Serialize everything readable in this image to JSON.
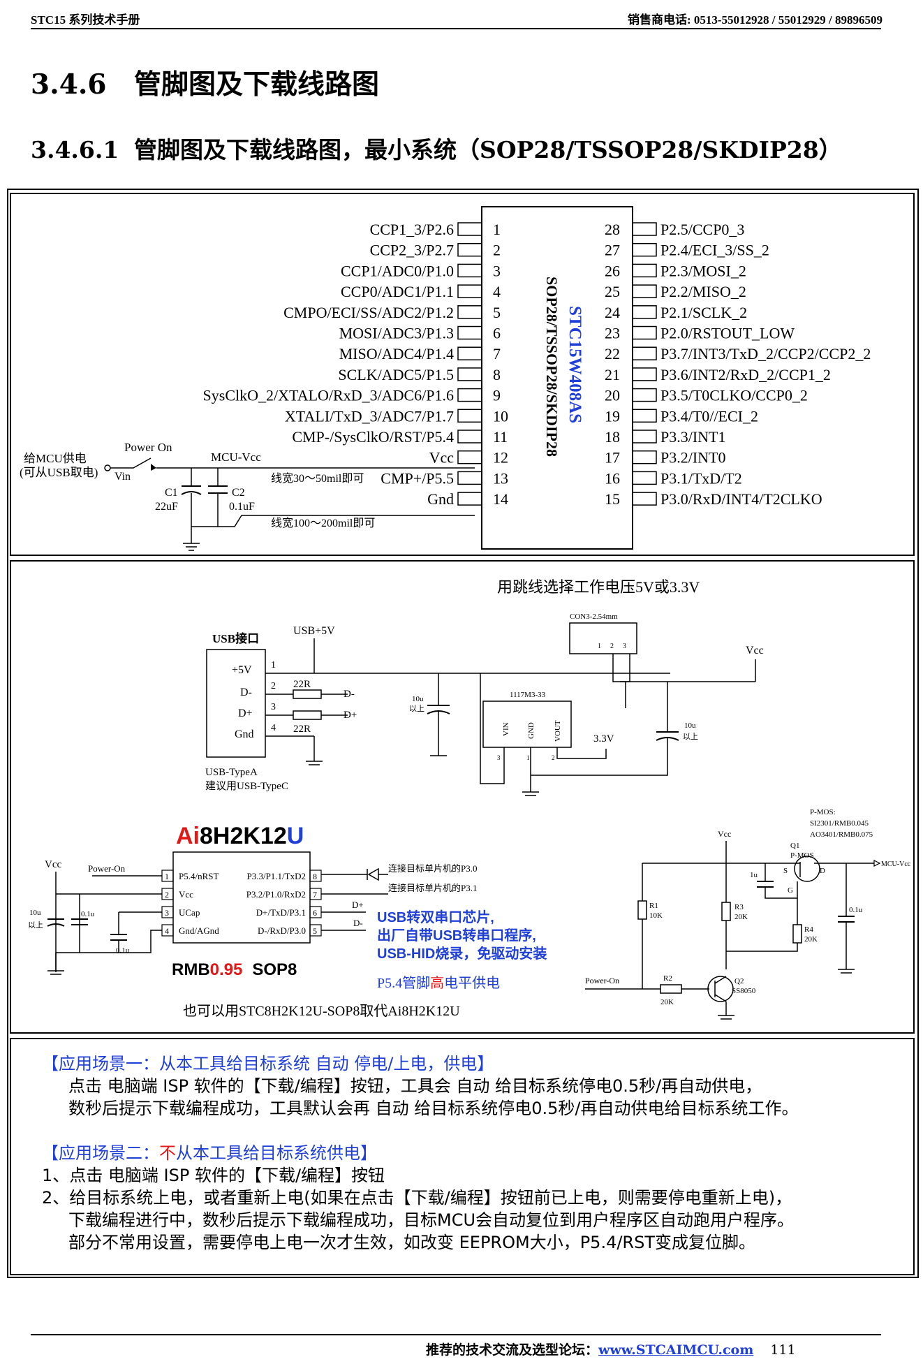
{
  "header": {
    "left": "STC15 系列技术手册",
    "right": "销售商电话: 0513-55012928 / 55012929 / 89896509"
  },
  "section": {
    "num": "3.4.6",
    "title": "管脚图及下载线路图"
  },
  "subsection": {
    "num": "3.4.6.1",
    "title": "管脚图及下载线路图，最小系统（SOP28/TSSOP28/SKDIP28）"
  },
  "chip": {
    "name": "STC15W408AS",
    "package": "SOP28/TSSOP28/SKDIP28",
    "left_pins": [
      {
        "n": "1",
        "label": "CCP1_3/P2.6"
      },
      {
        "n": "2",
        "label": "CCP2_3/P2.7"
      },
      {
        "n": "3",
        "label": "CCP1/ADC0/P1.0"
      },
      {
        "n": "4",
        "label": "CCP0/ADC1/P1.1"
      },
      {
        "n": "5",
        "label": "CMPO/ECI/SS/ADC2/P1.2"
      },
      {
        "n": "6",
        "label": "MOSI/ADC3/P1.3"
      },
      {
        "n": "7",
        "label": "MISO/ADC4/P1.4"
      },
      {
        "n": "8",
        "label": "SCLK/ADC5/P1.5"
      },
      {
        "n": "9",
        "label": "SysClkO_2/XTALO/RxD_3/ADC6/P1.6"
      },
      {
        "n": "10",
        "label": "XTALI/TxD_3/ADC7/P1.7"
      },
      {
        "n": "11",
        "label": "CMP-/SysClkO/RST/P5.4"
      },
      {
        "n": "12",
        "label": "Vcc"
      },
      {
        "n": "13",
        "label": "CMP+/P5.5"
      },
      {
        "n": "14",
        "label": "Gnd"
      }
    ],
    "right_pins": [
      {
        "n": "28",
        "label": "P2.5/CCP0_3"
      },
      {
        "n": "27",
        "label": "P2.4/ECI_3/SS_2"
      },
      {
        "n": "26",
        "label": "P2.3/MOSI_2"
      },
      {
        "n": "25",
        "label": "P2.2/MISO_2"
      },
      {
        "n": "24",
        "label": "P2.1/SCLK_2"
      },
      {
        "n": "23",
        "label": "P2.0/RSTOUT_LOW"
      },
      {
        "n": "22",
        "label": "P3.7/INT3/TxD_2/CCP2/CCP2_2"
      },
      {
        "n": "21",
        "label": "P3.6/INT2/RxD_2/CCP1_2"
      },
      {
        "n": "20",
        "label": "P3.5/T0CLKO/CCP0_2"
      },
      {
        "n": "19",
        "label": "P3.4/T0//ECI_2"
      },
      {
        "n": "18",
        "label": "P3.3/INT1"
      },
      {
        "n": "17",
        "label": "P3.2/INT0"
      },
      {
        "n": "16",
        "label": "P3.1/TxD/T2"
      },
      {
        "n": "15",
        "label": "P3.0/RxD/INT4/T2CLKO"
      }
    ]
  },
  "power_circuit": {
    "supply_line1": "给MCU供电",
    "supply_line2": "(可从USB取电)",
    "vin": "Vin",
    "power_on": "Power On",
    "mcu_vcc": "MCU-Vcc",
    "c1": "C1",
    "c1_val": "22uF",
    "c2": "C2",
    "c2_val": "0.1uF",
    "width1": "线宽30～50mil即可",
    "width2": "线宽100～200mil即可"
  },
  "usb_circuit": {
    "jumper_title": "用跳线选择工作电压5V或3.3V",
    "connector": "CON3-2.54mm",
    "usb_port": "USB接口",
    "usb5v": "USB+5V",
    "pins": [
      "+5V",
      "D-",
      "D+",
      "Gnd"
    ],
    "pin_nums": [
      "1",
      "2",
      "3",
      "4"
    ],
    "r_val": "22R",
    "d_minus": "D-",
    "d_plus": "D+",
    "cap10u": "10u",
    "cap_note": "以上",
    "regulator": "1117M3-33",
    "reg_pins": [
      "VIN",
      "GND",
      "VOUT"
    ],
    "reg_nums": [
      "3",
      "1",
      "2"
    ],
    "v33": "3.3V",
    "vcc": "Vcc",
    "type_a": "USB-TypeA",
    "type_c": "建议用USB-TypeC",
    "conn_nums": [
      "1",
      "2",
      "3"
    ]
  },
  "ai_chip": {
    "name_ai": "Ai",
    "name_mid": "8H2K12",
    "name_u": "U",
    "left_pins": [
      {
        "n": "1",
        "label": "P5.4/nRST"
      },
      {
        "n": "2",
        "label": "Vcc"
      },
      {
        "n": "3",
        "label": "UCap"
      },
      {
        "n": "4",
        "label": "Gnd/AGnd"
      }
    ],
    "right_pins": [
      {
        "n": "8",
        "label": "P3.3/P1.1/TxD2"
      },
      {
        "n": "7",
        "label": "P3.2/P1.0/RxD2"
      },
      {
        "n": "6",
        "label": "D+/TxD/P3.1"
      },
      {
        "n": "5",
        "label": "D-/RxD/P3.0"
      }
    ],
    "price_a": "RMB",
    "price_b": "0.95",
    "price_c": "SOP8",
    "vcc": "Vcc",
    "power_on": "Power-On",
    "cap10u": "10u",
    "cap_note": "以上",
    "cap01": "0.1u",
    "cap01b": "0.1u",
    "conn_p30": "连接目标单片机的P3.0",
    "conn_p31": "连接目标单片机的P3.1",
    "dplus": "D+",
    "dminus": "D-",
    "desc1": "USB转双串口芯片,",
    "desc2": "出厂自带USB转串口程序,",
    "desc3": "USB-HID烧录，免驱动安装",
    "p54_a": "P5.4管脚",
    "p54_b": "高",
    "p54_c": "电平供电",
    "alt": "也可以用STC8H2K12U-SOP8取代Ai8H2K12U"
  },
  "pmos": {
    "title": "P-MOS:",
    "part1": "SI2301/RMB0.045",
    "part2": "AO3401/RMB0.075",
    "q1": "Q1",
    "q1_type": "P-MOS",
    "s": "S",
    "d": "D",
    "g": "G",
    "vcc": "Vcc",
    "mcu_vcc": "MCU-Vcc",
    "cap1u": "1u",
    "r1": "R1",
    "r1_val": "10K",
    "r3": "R3",
    "r3_val": "20K",
    "r4": "R4",
    "r4_val": "20K",
    "r2": "R2",
    "r2_val": "20K",
    "q2": "Q2",
    "q2_type": "SS8050",
    "cap01": "0.1u",
    "power_on": "Power-On"
  },
  "applications": {
    "s1_title": "【应用场景一：从本工具给目标系统 自动 停电/上电，供电】",
    "s1_line1": "点击 电脑端 ISP 软件的【下载/编程】按钮，工具会 自动 给目标系统停电0.5秒/再自动供电，",
    "s1_line2": "数秒后提示下载编程成功，工具默认会再 自动 给目标系统停电0.5秒/再自动供电给目标系统工作。",
    "s2_title_a": "【应用场景二：",
    "s2_title_b": "不",
    "s2_title_c": "从本工具给目标系统供电】",
    "s2_line1": "1、点击 电脑端 ISP 软件的【下载/编程】按钮",
    "s2_line2": "2、给目标系统上电，或者重新上电(如果在点击【下载/编程】按钮前已上电，则需要停电重新上电)，",
    "s2_line3": "下载编程进行中，数秒后提示下载编程成功，目标MCU会自动复位到用户程序区自动跑用户程序。",
    "s2_line4": "部分不常用设置，需要停电上电一次才生效，如改变 EEPROM大小，P5.4/RST变成复位脚。"
  },
  "footer": {
    "text": "推荐的技术交流及选型论坛：",
    "link": "www.STCAIMCU.com",
    "page": "111"
  }
}
